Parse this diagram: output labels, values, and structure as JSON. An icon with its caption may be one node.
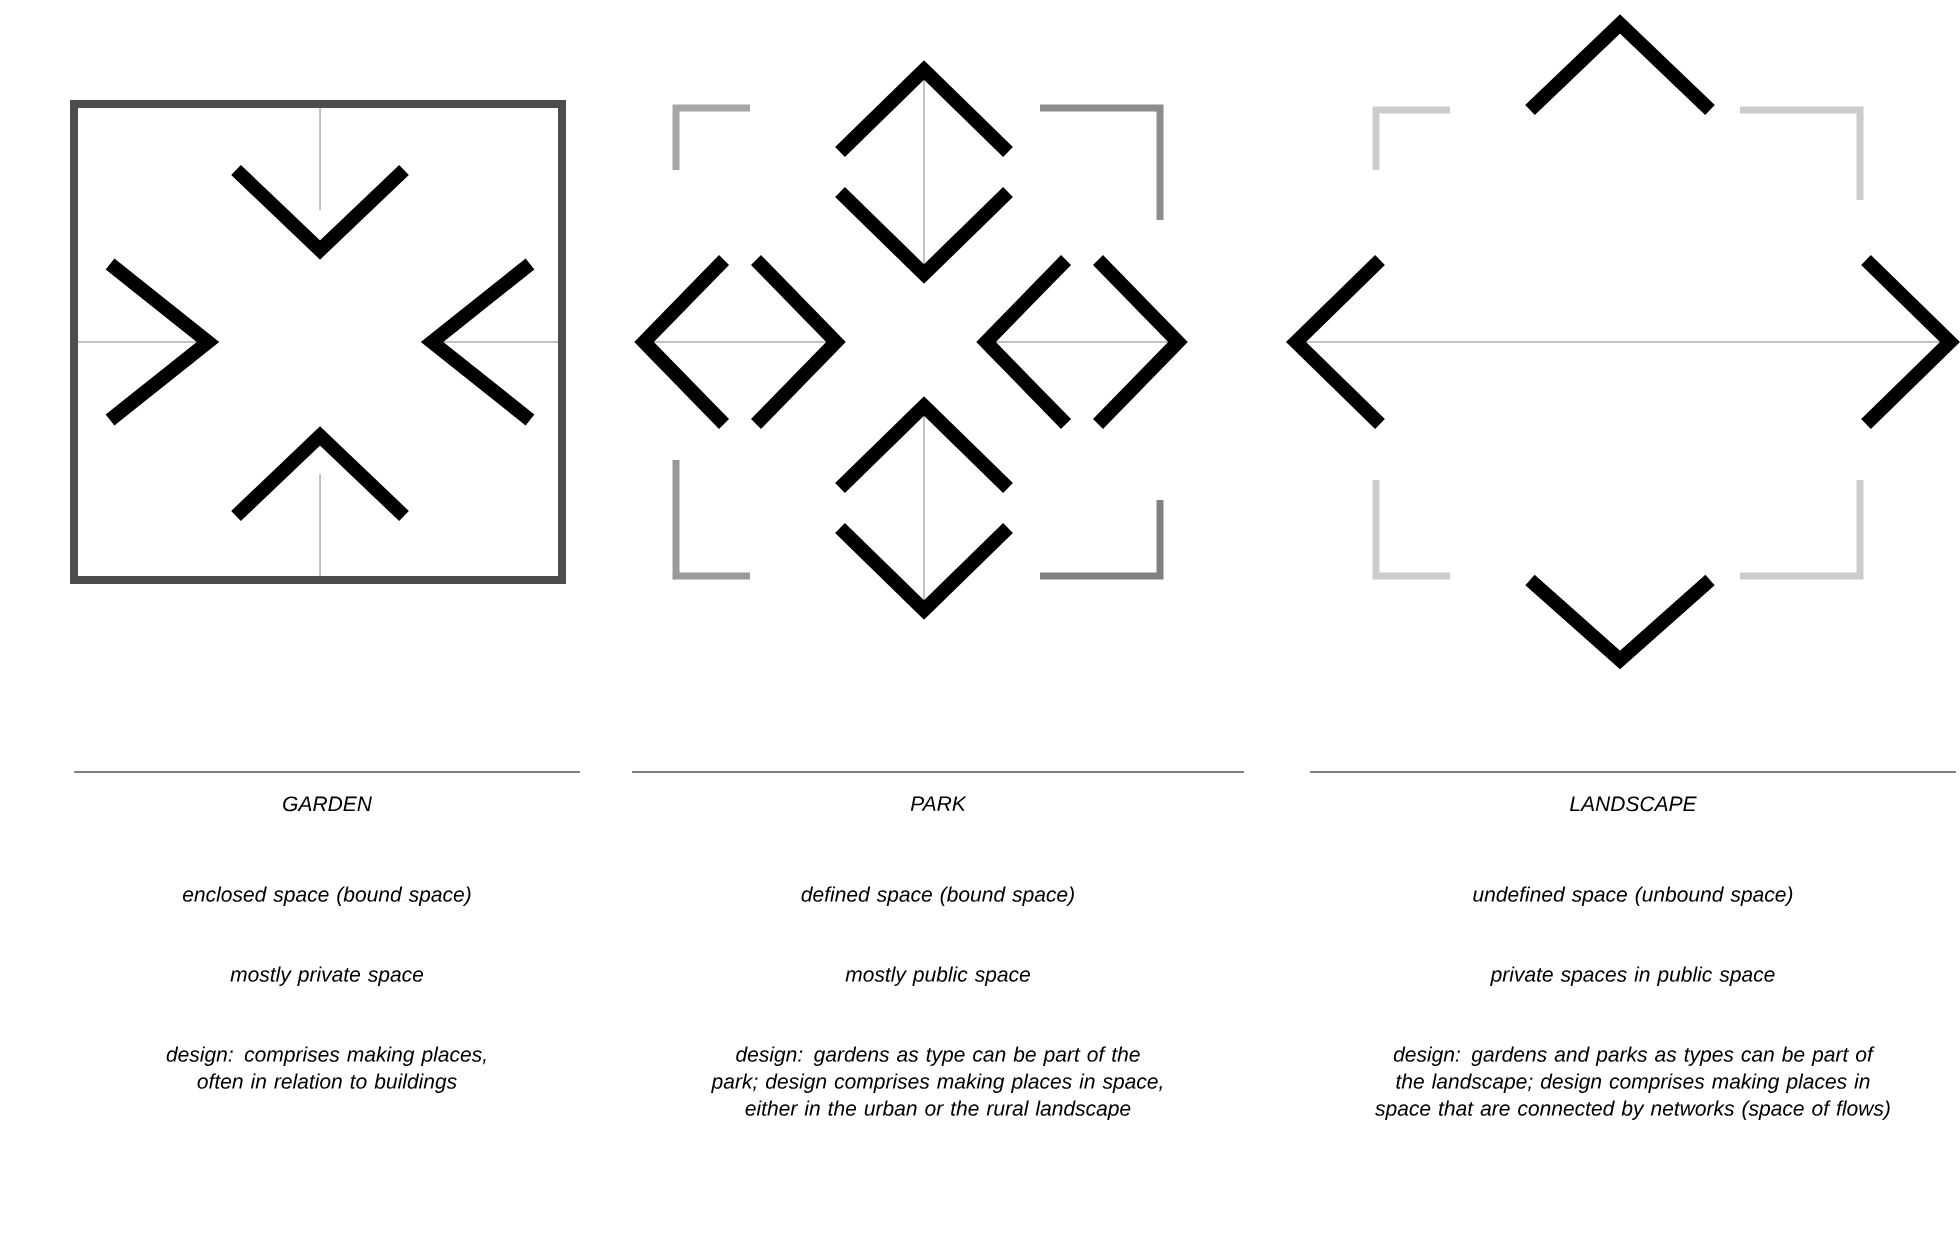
{
  "diagram": {
    "labels": [
      "GARDEN",
      "enclosed space (bound space)",
      "mostly private space",
      "design: comprises making places, often in relation to buildings",
      "PARK",
      "defined space (bound space)",
      "mostly public space",
      "design: gardens as type can be part of the park; design comprises making places in space, either in the urban or the rural landscape",
      "LANDSCAPE",
      "undefined space (unbound space)",
      "private spaces in public space",
      "design: gardens and parks as types can be part of the landscape; design comprises making places in space that are connected by networks (space of flows)"
    ]
  }
}
